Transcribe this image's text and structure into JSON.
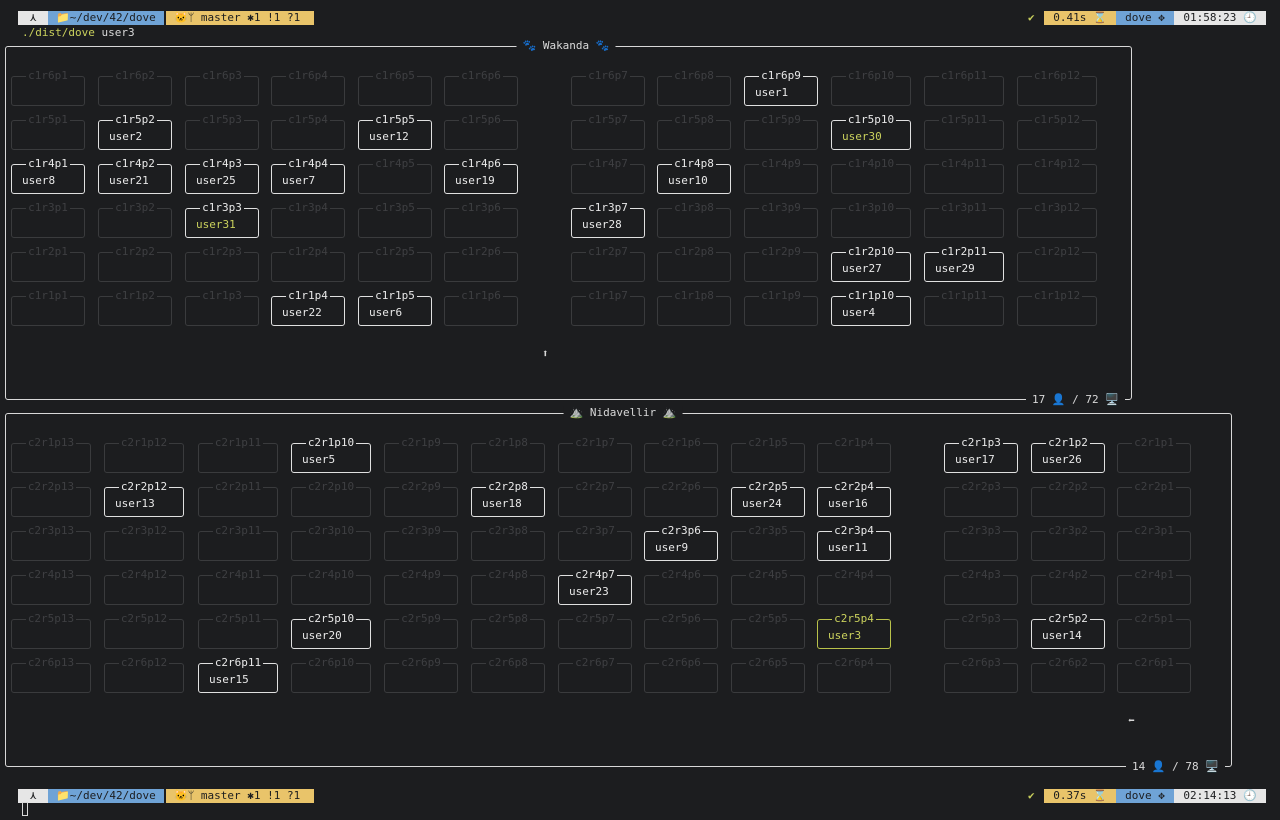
{
  "prompt_top": {
    "os_icon": "arch-icon",
    "path": "📁~/dev/42/dove",
    "git": "🐱ᛘ master ✱1 !1 ?1",
    "status_ok": "✔",
    "duration": "0.41s ⌛",
    "host": "dove ✥",
    "time": "01:58:23 🕘"
  },
  "command": {
    "binary": "./dist/dove",
    "arg": "user3"
  },
  "prompt_bottom": {
    "os_icon": "arch-icon",
    "path": "📁~/dev/42/dove",
    "git": "🐱ᛘ master ✱1 !1 ?1",
    "status_ok": "✔",
    "duration": "0.37s ⌛",
    "host": "dove ✥",
    "time": "02:14:13 🕘"
  },
  "clusters": [
    {
      "title": "🐾 Wakanda 🐾",
      "footer": "17 👤 / 72 🖥️",
      "scroll_icon": "⬆",
      "rows": [
        [
          [
            "c1r6p1",
            ""
          ],
          [
            "c1r6p2",
            ""
          ],
          [
            "c1r6p3",
            ""
          ],
          [
            "c1r6p4",
            ""
          ],
          [
            "c1r6p5",
            ""
          ],
          [
            "c1r6p6",
            ""
          ],
          [
            "c1r6p7",
            ""
          ],
          [
            "c1r6p8",
            ""
          ],
          [
            "c1r6p9",
            "user1"
          ],
          [
            "c1r6p10",
            ""
          ],
          [
            "c1r6p11",
            ""
          ],
          [
            "c1r6p12",
            ""
          ]
        ],
        [
          [
            "c1r5p1",
            ""
          ],
          [
            "c1r5p2",
            "user2"
          ],
          [
            "c1r5p3",
            ""
          ],
          [
            "c1r5p4",
            ""
          ],
          [
            "c1r5p5",
            "user12"
          ],
          [
            "c1r5p6",
            ""
          ],
          [
            "c1r5p7",
            ""
          ],
          [
            "c1r5p8",
            ""
          ],
          [
            "c1r5p9",
            ""
          ],
          [
            "c1r5p10",
            "user30"
          ],
          [
            "c1r5p11",
            ""
          ],
          [
            "c1r5p12",
            ""
          ]
        ],
        [
          [
            "c1r4p1",
            "user8"
          ],
          [
            "c1r4p2",
            "user21"
          ],
          [
            "c1r4p3",
            "user25"
          ],
          [
            "c1r4p4",
            "user7"
          ],
          [
            "c1r4p5",
            ""
          ],
          [
            "c1r4p6",
            "user19"
          ],
          [
            "c1r4p7",
            ""
          ],
          [
            "c1r4p8",
            "user10"
          ],
          [
            "c1r4p9",
            ""
          ],
          [
            "c1r4p10",
            ""
          ],
          [
            "c1r4p11",
            ""
          ],
          [
            "c1r4p12",
            ""
          ]
        ],
        [
          [
            "c1r3p1",
            ""
          ],
          [
            "c1r3p2",
            ""
          ],
          [
            "c1r3p3",
            "user31"
          ],
          [
            "c1r3p4",
            ""
          ],
          [
            "c1r3p5",
            ""
          ],
          [
            "c1r3p6",
            ""
          ],
          [
            "c1r3p7",
            "user28"
          ],
          [
            "c1r3p8",
            ""
          ],
          [
            "c1r3p9",
            ""
          ],
          [
            "c1r3p10",
            ""
          ],
          [
            "c1r3p11",
            ""
          ],
          [
            "c1r3p12",
            ""
          ]
        ],
        [
          [
            "c1r2p1",
            ""
          ],
          [
            "c1r2p2",
            ""
          ],
          [
            "c1r2p3",
            ""
          ],
          [
            "c1r2p4",
            ""
          ],
          [
            "c1r2p5",
            ""
          ],
          [
            "c1r2p6",
            ""
          ],
          [
            "c1r2p7",
            ""
          ],
          [
            "c1r2p8",
            ""
          ],
          [
            "c1r2p9",
            ""
          ],
          [
            "c1r2p10",
            "user27"
          ],
          [
            "c1r2p11",
            "user29"
          ],
          [
            "c1r2p12",
            ""
          ]
        ],
        [
          [
            "c1r1p1",
            ""
          ],
          [
            "c1r1p2",
            ""
          ],
          [
            "c1r1p3",
            ""
          ],
          [
            "c1r1p4",
            "user22"
          ],
          [
            "c1r1p5",
            "user6"
          ],
          [
            "c1r1p6",
            ""
          ],
          [
            "c1r1p7",
            ""
          ],
          [
            "c1r1p8",
            ""
          ],
          [
            "c1r1p9",
            ""
          ],
          [
            "c1r1p10",
            "user4"
          ],
          [
            "c1r1p11",
            ""
          ],
          [
            "c1r1p12",
            ""
          ]
        ]
      ],
      "highlighted": [
        "user30",
        "user31"
      ]
    },
    {
      "title": "⛰️ Nidavellir ⛰️",
      "footer": "14 👤 / 78 🖥️",
      "scroll_icon": "⬅",
      "rows": [
        [
          [
            "c2r1p13",
            ""
          ],
          [
            "c2r1p12",
            ""
          ],
          [
            "c2r1p11",
            ""
          ],
          [
            "c2r1p10",
            "user5"
          ],
          [
            "c2r1p9",
            ""
          ],
          [
            "c2r1p8",
            ""
          ],
          [
            "c2r1p7",
            ""
          ],
          [
            "c2r1p6",
            ""
          ],
          [
            "c2r1p5",
            ""
          ],
          [
            "c2r1p4",
            ""
          ],
          [
            "c2r1p3",
            "user17"
          ],
          [
            "c2r1p2",
            "user26"
          ],
          [
            "c2r1p1",
            ""
          ]
        ],
        [
          [
            "c2r2p13",
            ""
          ],
          [
            "c2r2p12",
            "user13"
          ],
          [
            "c2r2p11",
            ""
          ],
          [
            "c2r2p10",
            ""
          ],
          [
            "c2r2p9",
            ""
          ],
          [
            "c2r2p8",
            "user18"
          ],
          [
            "c2r2p7",
            ""
          ],
          [
            "c2r2p6",
            ""
          ],
          [
            "c2r2p5",
            "user24"
          ],
          [
            "c2r2p4",
            "user16"
          ],
          [
            "c2r2p3",
            ""
          ],
          [
            "c2r2p2",
            ""
          ],
          [
            "c2r2p1",
            ""
          ]
        ],
        [
          [
            "c2r3p13",
            ""
          ],
          [
            "c2r3p12",
            ""
          ],
          [
            "c2r3p11",
            ""
          ],
          [
            "c2r3p10",
            ""
          ],
          [
            "c2r3p9",
            ""
          ],
          [
            "c2r3p8",
            ""
          ],
          [
            "c2r3p7",
            ""
          ],
          [
            "c2r3p6",
            "user9"
          ],
          [
            "c2r3p5",
            ""
          ],
          [
            "c2r3p4",
            "user11"
          ],
          [
            "c2r3p3",
            ""
          ],
          [
            "c2r3p2",
            ""
          ],
          [
            "c2r3p1",
            ""
          ]
        ],
        [
          [
            "c2r4p13",
            ""
          ],
          [
            "c2r4p12",
            ""
          ],
          [
            "c2r4p11",
            ""
          ],
          [
            "c2r4p10",
            ""
          ],
          [
            "c2r4p9",
            ""
          ],
          [
            "c2r4p8",
            ""
          ],
          [
            "c2r4p7",
            "user23"
          ],
          [
            "c2r4p6",
            ""
          ],
          [
            "c2r4p5",
            ""
          ],
          [
            "c2r4p4",
            ""
          ],
          [
            "c2r4p3",
            ""
          ],
          [
            "c2r4p2",
            ""
          ],
          [
            "c2r4p1",
            ""
          ]
        ],
        [
          [
            "c2r5p13",
            ""
          ],
          [
            "c2r5p12",
            ""
          ],
          [
            "c2r5p11",
            ""
          ],
          [
            "c2r5p10",
            "user20"
          ],
          [
            "c2r5p9",
            ""
          ],
          [
            "c2r5p8",
            ""
          ],
          [
            "c2r5p7",
            ""
          ],
          [
            "c2r5p6",
            ""
          ],
          [
            "c2r5p5",
            ""
          ],
          [
            "c2r5p4",
            "user3"
          ],
          [
            "c2r5p3",
            ""
          ],
          [
            "c2r5p2",
            "user14"
          ],
          [
            "c2r5p1",
            ""
          ]
        ],
        [
          [
            "c2r6p13",
            ""
          ],
          [
            "c2r6p12",
            ""
          ],
          [
            "c2r6p11",
            "user15"
          ],
          [
            "c2r6p10",
            ""
          ],
          [
            "c2r6p9",
            ""
          ],
          [
            "c2r6p8",
            ""
          ],
          [
            "c2r6p7",
            ""
          ],
          [
            "c2r6p6",
            ""
          ],
          [
            "c2r6p5",
            ""
          ],
          [
            "c2r6p4",
            ""
          ],
          [
            "c2r6p3",
            ""
          ],
          [
            "c2r6p2",
            ""
          ],
          [
            "c2r6p1",
            ""
          ]
        ]
      ],
      "current_user": "user3"
    }
  ],
  "colors": {
    "background": "#1c1d1f",
    "occupied_border": "#e0e0e0",
    "empty_border": "#3a3b3d",
    "highlight": "#c9d05c",
    "path_segment": "#6fa3d6",
    "git_segment": "#e9c46a"
  }
}
